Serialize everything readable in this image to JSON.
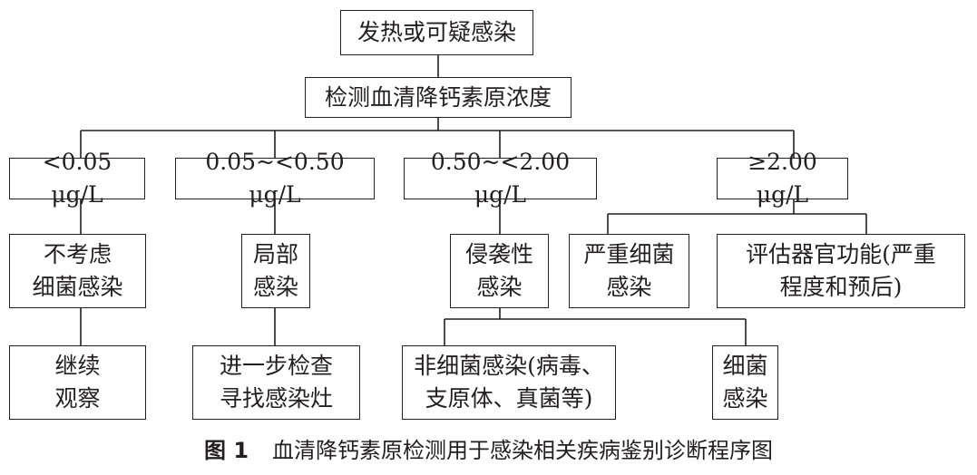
{
  "diagram": {
    "root": "发热或可疑感染",
    "test": "检测血清降钙素原浓度",
    "ranges": [
      "<0.05 μg/L",
      "0.05~<0.50 μg/L",
      "0.50~<2.00 μg/L",
      "≥2.00 μg/L"
    ],
    "level3": {
      "r1": "不考虑\n细菌感染",
      "r2": "局部\n感染",
      "r3": "侵袭性\n感染",
      "r4a": "严重细菌\n感染",
      "r4b": "评估器官功能(严重\n程度和预后)"
    },
    "level4": {
      "r1": "继续\n观察",
      "r2": "进一步检查\n寻找感染灶",
      "r3a": "非细菌感染(病毒、\n支原体、真菌等)",
      "r3b": "细菌\n感染"
    }
  },
  "caption": {
    "figure_label": "图 1",
    "text": "血清降钙素原检测用于感染相关疾病鉴别诊断程序图"
  }
}
